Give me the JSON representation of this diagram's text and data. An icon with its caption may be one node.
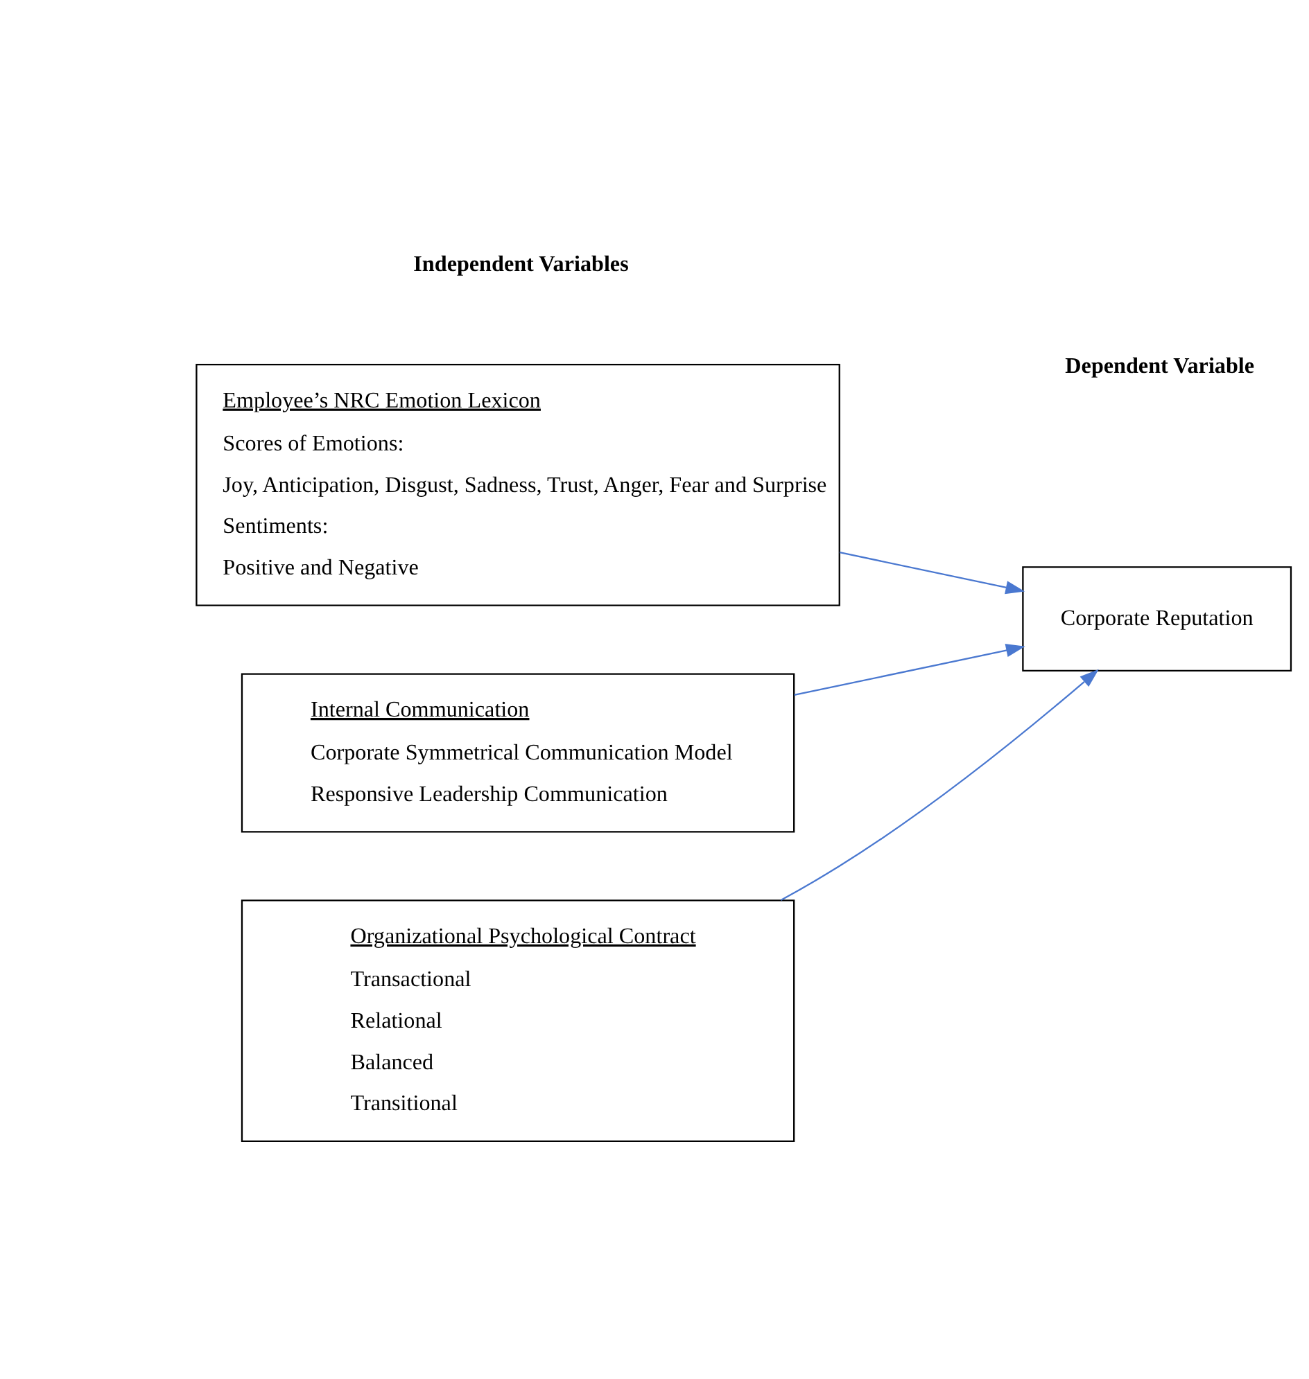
{
  "diagram": {
    "nodes": [
      {
        "text": [
          "Organizational Psychological Contract",
          "Transactional",
          "Relational",
          "Balanced",
          "Transitional"
        ]
      },
      {
        "text": [
          "Employee’s NRC Emotion Lexicon",
          "Scores of Emotions:",
          "Joy, Anticipation, Disgust, Sadness, Trust, Anger, Fear and Surprise",
          "Sentiments:",
          "Positive and Negative"
        ]
      },
      {
        "text": [
          "Internal Communication",
          "Corporate Symmetrical Communication Model",
          "Responsive Leadership Communication"
        ]
      },
      {
        "text": [
          "Corporate Reputation"
        ]
      }
    ],
    "edges": [
      {
        "from": 0,
        "to": 3,
        "arrow": "to",
        "color": "#4a78d0"
      },
      {
        "from": 1,
        "to": 3,
        "arrow": "to",
        "color": "#4a78d0"
      },
      {
        "from": 2,
        "to": 3,
        "arrow": "to",
        "color": "#4a78d0"
      }
    ],
    "labels": [
      "Independent Variables",
      "Dependent Variable"
    ]
  }
}
